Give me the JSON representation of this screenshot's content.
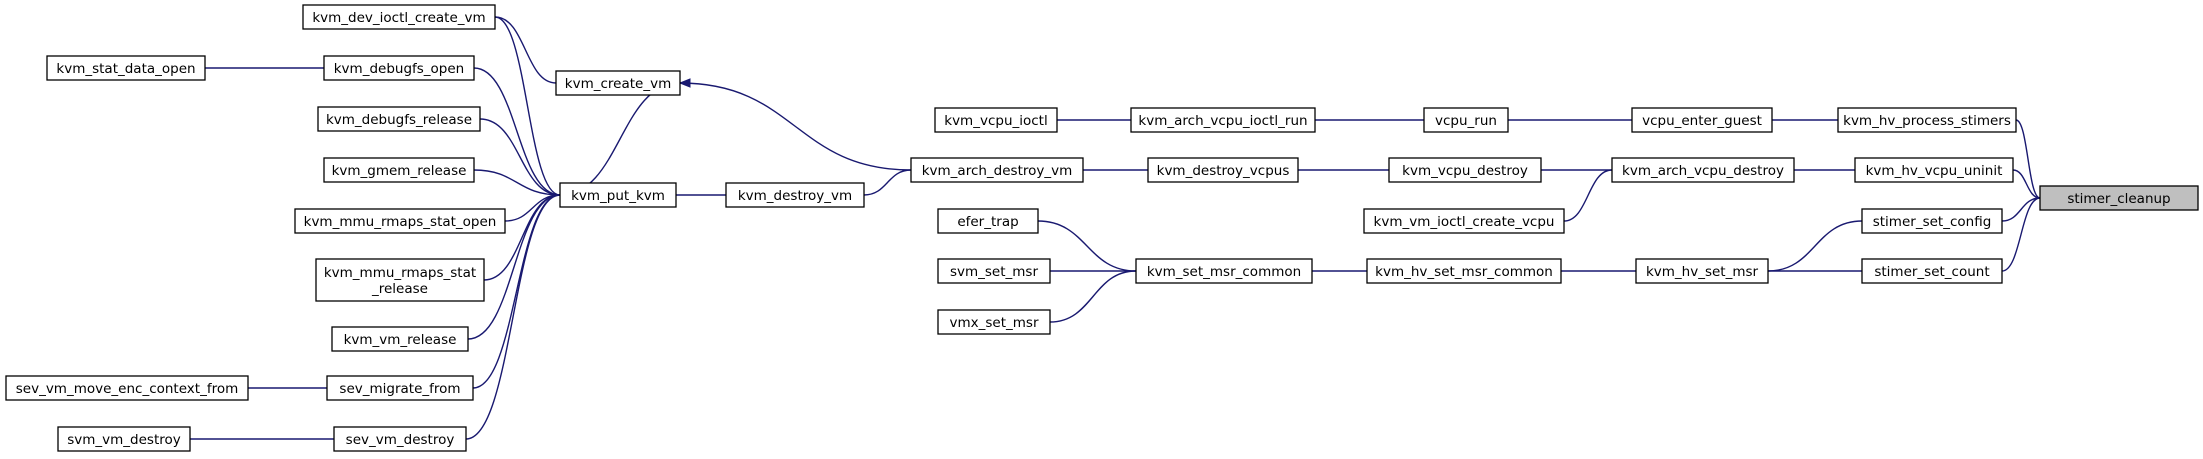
{
  "diagram": {
    "root": "stimer_cleanup",
    "colors": {
      "edge": "#191970",
      "root_fill": "#bfbfbf",
      "node_fill": "#ffffff",
      "node_border": "#000000"
    },
    "nodes": [
      {
        "id": "stimer_cleanup",
        "lines": [
          "stimer_cleanup"
        ]
      },
      {
        "id": "kvm_hv_process_stimers",
        "lines": [
          "kvm_hv_process_stimers"
        ]
      },
      {
        "id": "kvm_hv_vcpu_uninit",
        "lines": [
          "kvm_hv_vcpu_uninit"
        ]
      },
      {
        "id": "stimer_set_config",
        "lines": [
          "stimer_set_config"
        ]
      },
      {
        "id": "stimer_set_count",
        "lines": [
          "stimer_set_count"
        ]
      },
      {
        "id": "vcpu_enter_guest",
        "lines": [
          "vcpu_enter_guest"
        ]
      },
      {
        "id": "kvm_arch_vcpu_destroy",
        "lines": [
          "kvm_arch_vcpu_destroy"
        ]
      },
      {
        "id": "kvm_hv_set_msr",
        "lines": [
          "kvm_hv_set_msr"
        ]
      },
      {
        "id": "vcpu_run",
        "lines": [
          "vcpu_run"
        ]
      },
      {
        "id": "kvm_vcpu_destroy",
        "lines": [
          "kvm_vcpu_destroy"
        ]
      },
      {
        "id": "kvm_vm_ioctl_create_vcpu",
        "lines": [
          "kvm_vm_ioctl_create_vcpu"
        ]
      },
      {
        "id": "kvm_hv_set_msr_common",
        "lines": [
          "kvm_hv_set_msr_common"
        ]
      },
      {
        "id": "kvm_arch_vcpu_ioctl_run",
        "lines": [
          "kvm_arch_vcpu_ioctl_run"
        ]
      },
      {
        "id": "kvm_destroy_vcpus",
        "lines": [
          "kvm_destroy_vcpus"
        ]
      },
      {
        "id": "kvm_set_msr_common",
        "lines": [
          "kvm_set_msr_common"
        ]
      },
      {
        "id": "kvm_vcpu_ioctl",
        "lines": [
          "kvm_vcpu_ioctl"
        ]
      },
      {
        "id": "kvm_arch_destroy_vm",
        "lines": [
          "kvm_arch_destroy_vm"
        ]
      },
      {
        "id": "efer_trap",
        "lines": [
          "efer_trap"
        ]
      },
      {
        "id": "svm_set_msr",
        "lines": [
          "svm_set_msr"
        ]
      },
      {
        "id": "vmx_set_msr",
        "lines": [
          "vmx_set_msr"
        ]
      },
      {
        "id": "kvm_create_vm",
        "lines": [
          "kvm_create_vm"
        ]
      },
      {
        "id": "kvm_destroy_vm",
        "lines": [
          "kvm_destroy_vm"
        ]
      },
      {
        "id": "kvm_put_kvm",
        "lines": [
          "kvm_put_kvm"
        ]
      },
      {
        "id": "kvm_dev_ioctl_create_vm",
        "lines": [
          "kvm_dev_ioctl_create_vm"
        ]
      },
      {
        "id": "kvm_debugfs_open",
        "lines": [
          "kvm_debugfs_open"
        ]
      },
      {
        "id": "kvm_debugfs_release",
        "lines": [
          "kvm_debugfs_release"
        ]
      },
      {
        "id": "kvm_gmem_release",
        "lines": [
          "kvm_gmem_release"
        ]
      },
      {
        "id": "kvm_mmu_rmaps_stat_open",
        "lines": [
          "kvm_mmu_rmaps_stat_open"
        ]
      },
      {
        "id": "kvm_mmu_rmaps_stat_release",
        "lines": [
          "kvm_mmu_rmaps_stat",
          "_release"
        ]
      },
      {
        "id": "kvm_vm_release",
        "lines": [
          "kvm_vm_release"
        ]
      },
      {
        "id": "sev_migrate_from",
        "lines": [
          "sev_migrate_from"
        ]
      },
      {
        "id": "sev_vm_destroy",
        "lines": [
          "sev_vm_destroy"
        ]
      },
      {
        "id": "kvm_stat_data_open",
        "lines": [
          "kvm_stat_data_open"
        ]
      },
      {
        "id": "sev_vm_move_enc_context_from",
        "lines": [
          "sev_vm_move_enc_context_from"
        ]
      },
      {
        "id": "svm_vm_destroy",
        "lines": [
          "svm_vm_destroy"
        ]
      }
    ],
    "edges": [
      {
        "from": "kvm_hv_process_stimers",
        "to": "stimer_cleanup"
      },
      {
        "from": "kvm_hv_vcpu_uninit",
        "to": "stimer_cleanup"
      },
      {
        "from": "stimer_set_config",
        "to": "stimer_cleanup"
      },
      {
        "from": "stimer_set_count",
        "to": "stimer_cleanup"
      },
      {
        "from": "vcpu_enter_guest",
        "to": "kvm_hv_process_stimers"
      },
      {
        "from": "kvm_arch_vcpu_destroy",
        "to": "kvm_hv_vcpu_uninit"
      },
      {
        "from": "kvm_hv_set_msr",
        "to": "stimer_set_config"
      },
      {
        "from": "kvm_hv_set_msr",
        "to": "stimer_set_count"
      },
      {
        "from": "vcpu_run",
        "to": "vcpu_enter_guest"
      },
      {
        "from": "kvm_vcpu_destroy",
        "to": "kvm_arch_vcpu_destroy"
      },
      {
        "from": "kvm_vm_ioctl_create_vcpu",
        "to": "kvm_arch_vcpu_destroy"
      },
      {
        "from": "kvm_hv_set_msr_common",
        "to": "kvm_hv_set_msr"
      },
      {
        "from": "kvm_arch_vcpu_ioctl_run",
        "to": "vcpu_run"
      },
      {
        "from": "kvm_destroy_vcpus",
        "to": "kvm_vcpu_destroy"
      },
      {
        "from": "kvm_set_msr_common",
        "to": "kvm_hv_set_msr_common"
      },
      {
        "from": "kvm_vcpu_ioctl",
        "to": "kvm_arch_vcpu_ioctl_run"
      },
      {
        "from": "kvm_arch_destroy_vm",
        "to": "kvm_destroy_vcpus"
      },
      {
        "from": "efer_trap",
        "to": "kvm_set_msr_common"
      },
      {
        "from": "svm_set_msr",
        "to": "kvm_set_msr_common"
      },
      {
        "from": "vmx_set_msr",
        "to": "kvm_set_msr_common"
      },
      {
        "from": "kvm_create_vm",
        "to": "kvm_arch_destroy_vm"
      },
      {
        "from": "kvm_destroy_vm",
        "to": "kvm_arch_destroy_vm"
      },
      {
        "from": "kvm_put_kvm",
        "to": "kvm_destroy_vm"
      },
      {
        "from": "kvm_dev_ioctl_create_vm",
        "to": "kvm_create_vm"
      },
      {
        "from": "kvm_dev_ioctl_create_vm",
        "to": "kvm_put_kvm"
      },
      {
        "from": "kvm_create_vm",
        "to": "kvm_put_kvm"
      },
      {
        "from": "kvm_debugfs_open",
        "to": "kvm_put_kvm"
      },
      {
        "from": "kvm_debugfs_release",
        "to": "kvm_put_kvm"
      },
      {
        "from": "kvm_gmem_release",
        "to": "kvm_put_kvm"
      },
      {
        "from": "kvm_mmu_rmaps_stat_open",
        "to": "kvm_put_kvm"
      },
      {
        "from": "kvm_mmu_rmaps_stat_release",
        "to": "kvm_put_kvm"
      },
      {
        "from": "kvm_vm_release",
        "to": "kvm_put_kvm"
      },
      {
        "from": "sev_migrate_from",
        "to": "kvm_put_kvm"
      },
      {
        "from": "sev_vm_destroy",
        "to": "kvm_put_kvm"
      },
      {
        "from": "kvm_stat_data_open",
        "to": "kvm_debugfs_open"
      },
      {
        "from": "sev_vm_move_enc_context_from",
        "to": "sev_migrate_from"
      },
      {
        "from": "svm_vm_destroy",
        "to": "sev_vm_destroy"
      }
    ]
  }
}
